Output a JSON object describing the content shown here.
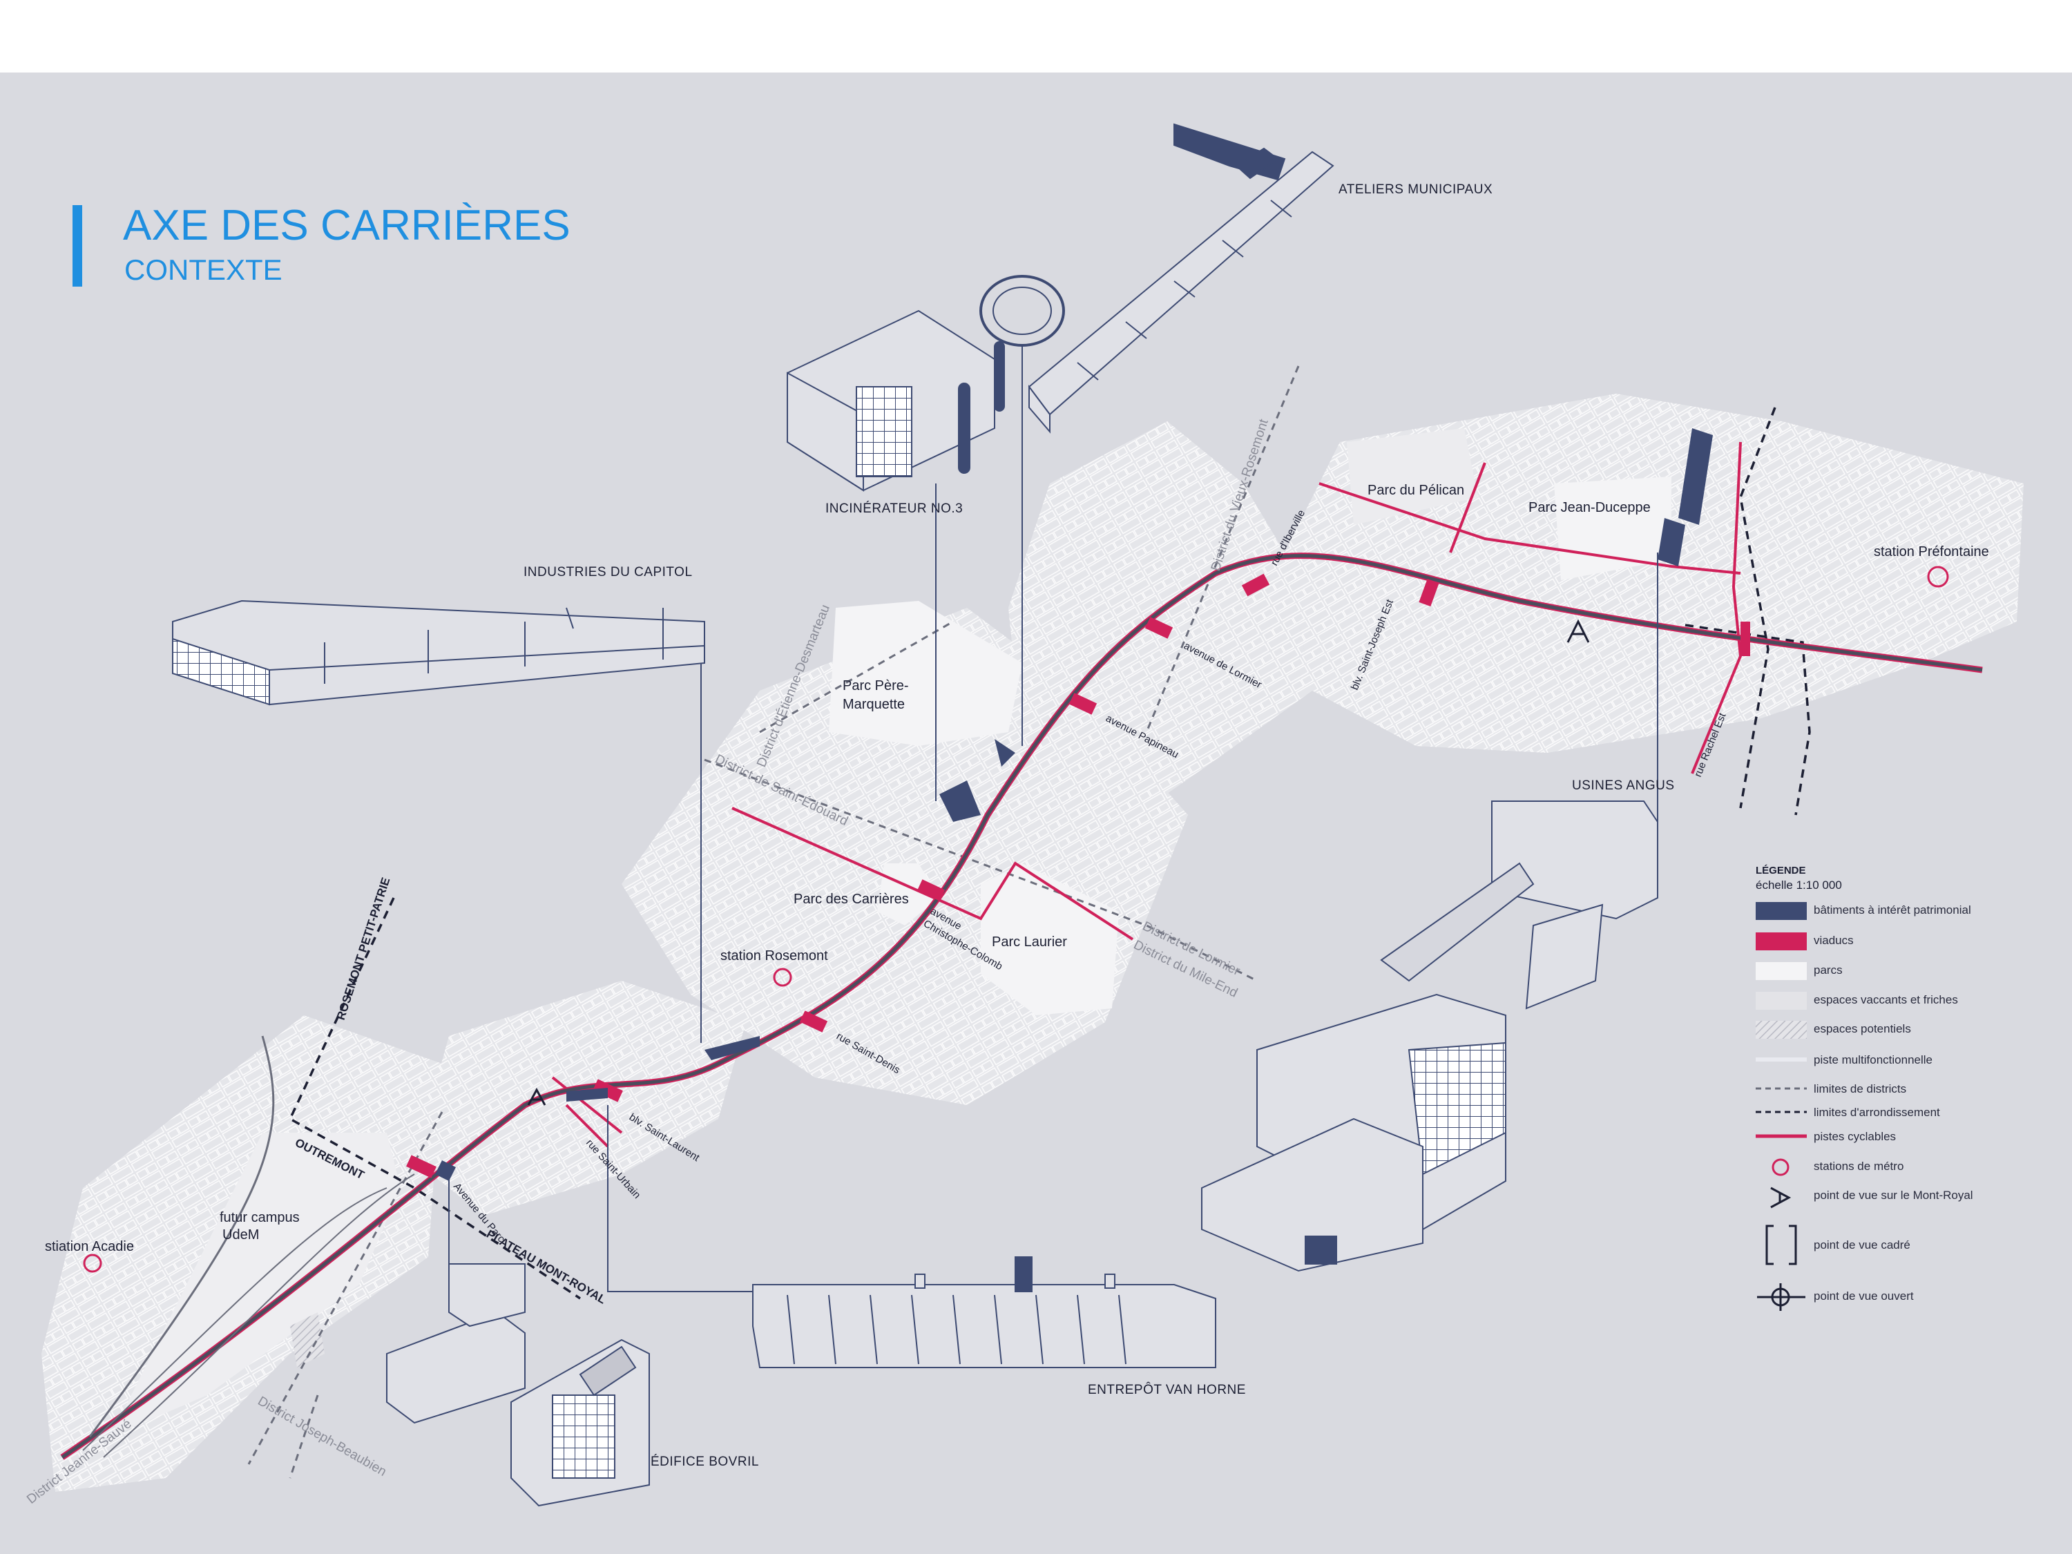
{
  "title": {
    "main": "AXE DES CARRIÈRES",
    "sub": "CONTEXTE"
  },
  "buildings": {
    "ateliers": "ATELIERS MUNICIPAUX",
    "incinerateur": "INCINÉRATEUR NO.3",
    "capitol": "INDUSTRIES DU CAPITOL",
    "angus": "USINES ANGUS",
    "vanhorne": "ENTREPÔT VAN HORNE",
    "bovril": "ÉDIFICE BOVRIL"
  },
  "places": {
    "pelican": "Parc du Pélican",
    "duceppe": "Parc Jean-Duceppe",
    "prefontaine": "station Préfontaine",
    "pere_marquette_1": "Parc Père-",
    "pere_marquette_2": "Marquette",
    "carrieres": "Parc des Carrières",
    "laurier": "Parc Laurier",
    "rosemont": "station Rosemont",
    "campus_1": "futur campus",
    "campus_2": "UdeM",
    "acadie": "stiation Acadie"
  },
  "streets": {
    "iberville": "rue d'Iberville",
    "lormier": "avenue de Lormier",
    "papineau": "avenue Papineau",
    "st_joseph": "blv. Saint-Joseph Est",
    "rachel": "rue Rachel Est",
    "colomb_1": "avenue",
    "colomb_2": "Christophe-Colomb",
    "st_denis": "rue Saint-Denis",
    "st_laurent": "blv. Saint-Laurent",
    "st_urbain": "rue Saint-Urbain",
    "parc": "Avenue du Parc"
  },
  "districts": {
    "vieux_rosemont": "District du Vieux-Rosemont",
    "etienne": "District d'Étienne-Desmarteau",
    "st_edouard": "District de Saint-Édouard",
    "lormier": "District de Lormier",
    "mile_end": "District du Mile-End",
    "jeanne_sauve": "District Jeanne-Sauvé",
    "joseph_beaubien": "District Joseph-Beaubien"
  },
  "boroughs": {
    "rpp": "ROSEMONT PETIT-PATRIE",
    "outremont": "OUTREMONT",
    "pmr": "PLATEAU MONT-ROYAL"
  },
  "legend": {
    "title": "LÉGENDE",
    "scale": "échelle 1:10 000",
    "items": [
      {
        "label": "bâtiments à intérêt patrimonial",
        "symbol": "fill-navy",
        "color": "#3d4a72"
      },
      {
        "label": "viaducs",
        "symbol": "fill-crimson",
        "color": "#d0215a"
      },
      {
        "label": "parcs",
        "symbol": "fill-white",
        "color": "#f4f4f6"
      },
      {
        "label": "espaces vaccants et friches",
        "symbol": "fill-lightgray",
        "color": "#e3e3e7"
      },
      {
        "label": "espaces potentiels",
        "symbol": "hatched",
        "color": "#d6d6dc"
      },
      {
        "label": "piste multifonctionnelle",
        "symbol": "line-pale",
        "color": "#e9eaf0"
      },
      {
        "label": "limites de districts",
        "symbol": "dash-gray",
        "color": "#6b6e7c"
      },
      {
        "label": "limites d'arrondissement",
        "symbol": "dash-black",
        "color": "#1c1f33"
      },
      {
        "label": "pistes cyclables",
        "symbol": "line-crimson",
        "color": "#d0215a"
      },
      {
        "label": "stations de métro",
        "symbol": "circle-crimson-icon",
        "color": "#d0215a"
      },
      {
        "label": "point de vue sur le Mont-Royal",
        "symbol": "mountain-view-icon",
        "color": "#1c1f33"
      },
      {
        "label": "point de vue cadré",
        "symbol": "bracket-view-icon",
        "color": "#1c1f33"
      },
      {
        "label": "point de vue ouvert",
        "symbol": "open-view-icon",
        "color": "#1c1f33"
      }
    ]
  }
}
